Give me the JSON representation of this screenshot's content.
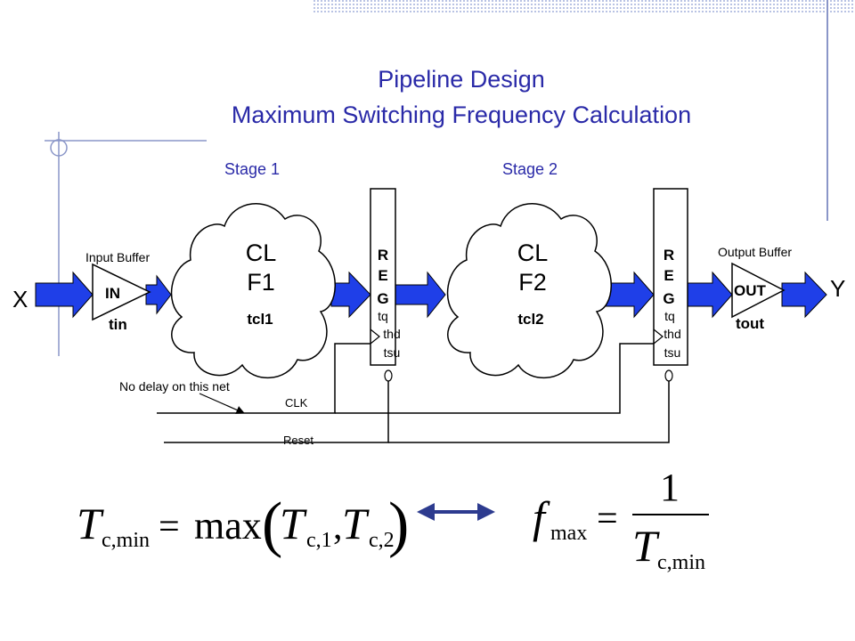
{
  "title": {
    "line1": "Pipeline Design",
    "line2": "Maximum Switching Frequency Calculation"
  },
  "stages": {
    "stage1": "Stage 1",
    "stage2": "Stage 2"
  },
  "io": {
    "input": "X",
    "output": "Y"
  },
  "input_buffer": {
    "label": "Input Buffer",
    "name": "IN",
    "delay": "tin"
  },
  "output_buffer": {
    "label": "Output Buffer",
    "name": "OUT",
    "delay": "tout"
  },
  "cl1": {
    "line1": "CL",
    "line2": "F1",
    "delay": "tcl1"
  },
  "cl2": {
    "line1": "CL",
    "line2": "F2",
    "delay": "tcl2"
  },
  "reg1": {
    "r": "R",
    "e": "E",
    "g": "G",
    "tq": "tq",
    "thd": "thd",
    "tsu": "tsu"
  },
  "reg2": {
    "r": "R",
    "e": "E",
    "g": "G",
    "tq": "tq",
    "thd": "thd",
    "tsu": "tsu"
  },
  "nets": {
    "clk": "CLK",
    "reset": "Reset",
    "note": "No delay on this net"
  },
  "equation1": {
    "lhs_T": "T",
    "lhs_sub": "c,min",
    "eq": "=",
    "func": "max",
    "open": "(",
    "arg1_T": "T",
    "arg1_sub": "c,1",
    "comma": ",",
    "arg2_T": "T",
    "arg2_sub": "c,2",
    "close": ")"
  },
  "equation2": {
    "f": "f",
    "f_sub": "max",
    "eq": "=",
    "num": "1",
    "den_T": "T",
    "den_sub": "c,min"
  },
  "colors": {
    "title": "#2a2aa8",
    "arrow": "#1f3fe8",
    "double_arrow": "#2d3b8f",
    "deco_lines": "#8a96c8"
  }
}
